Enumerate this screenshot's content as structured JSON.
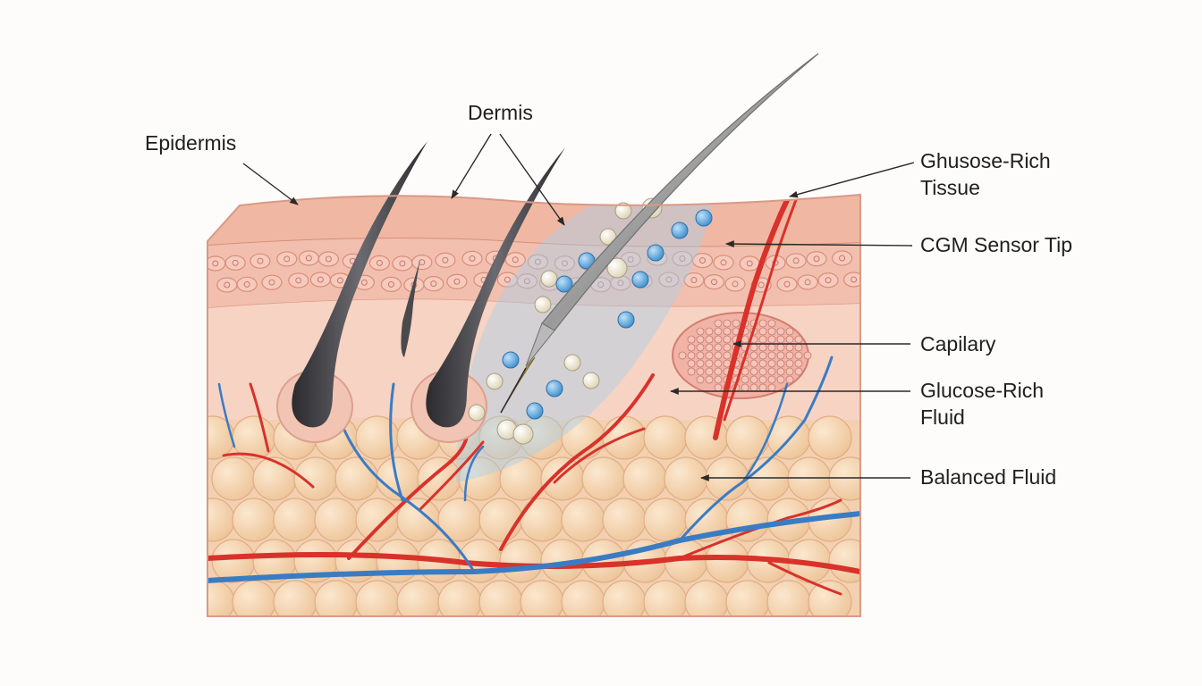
{
  "labels": {
    "epidermis": "Epidermis",
    "dermis": "Dermis",
    "ghusose_tissue_line1": "Ghusose-Rich",
    "ghusose_tissue_line2": "Tissue",
    "cgm_sensor_tip": "CGM Sensor Tip",
    "capilary": "Capilary",
    "glucose_fluid_line1": "Glucose-Rich",
    "glucose_fluid_line2": "Fluid",
    "balanced_fluid": "Balanced Fluid"
  },
  "colors": {
    "epidermis": "#f1b9a6",
    "dermis": "#f6c9b8",
    "fat_cell": "#f3d2ae",
    "artery": "#d8322b",
    "vein": "#3a7cc4",
    "sensor_zone": "#a9cfe8",
    "glucose_blue": "#5ea8dc",
    "glucose_cream": "#f3ecd2",
    "hair": "#3f3f42"
  }
}
